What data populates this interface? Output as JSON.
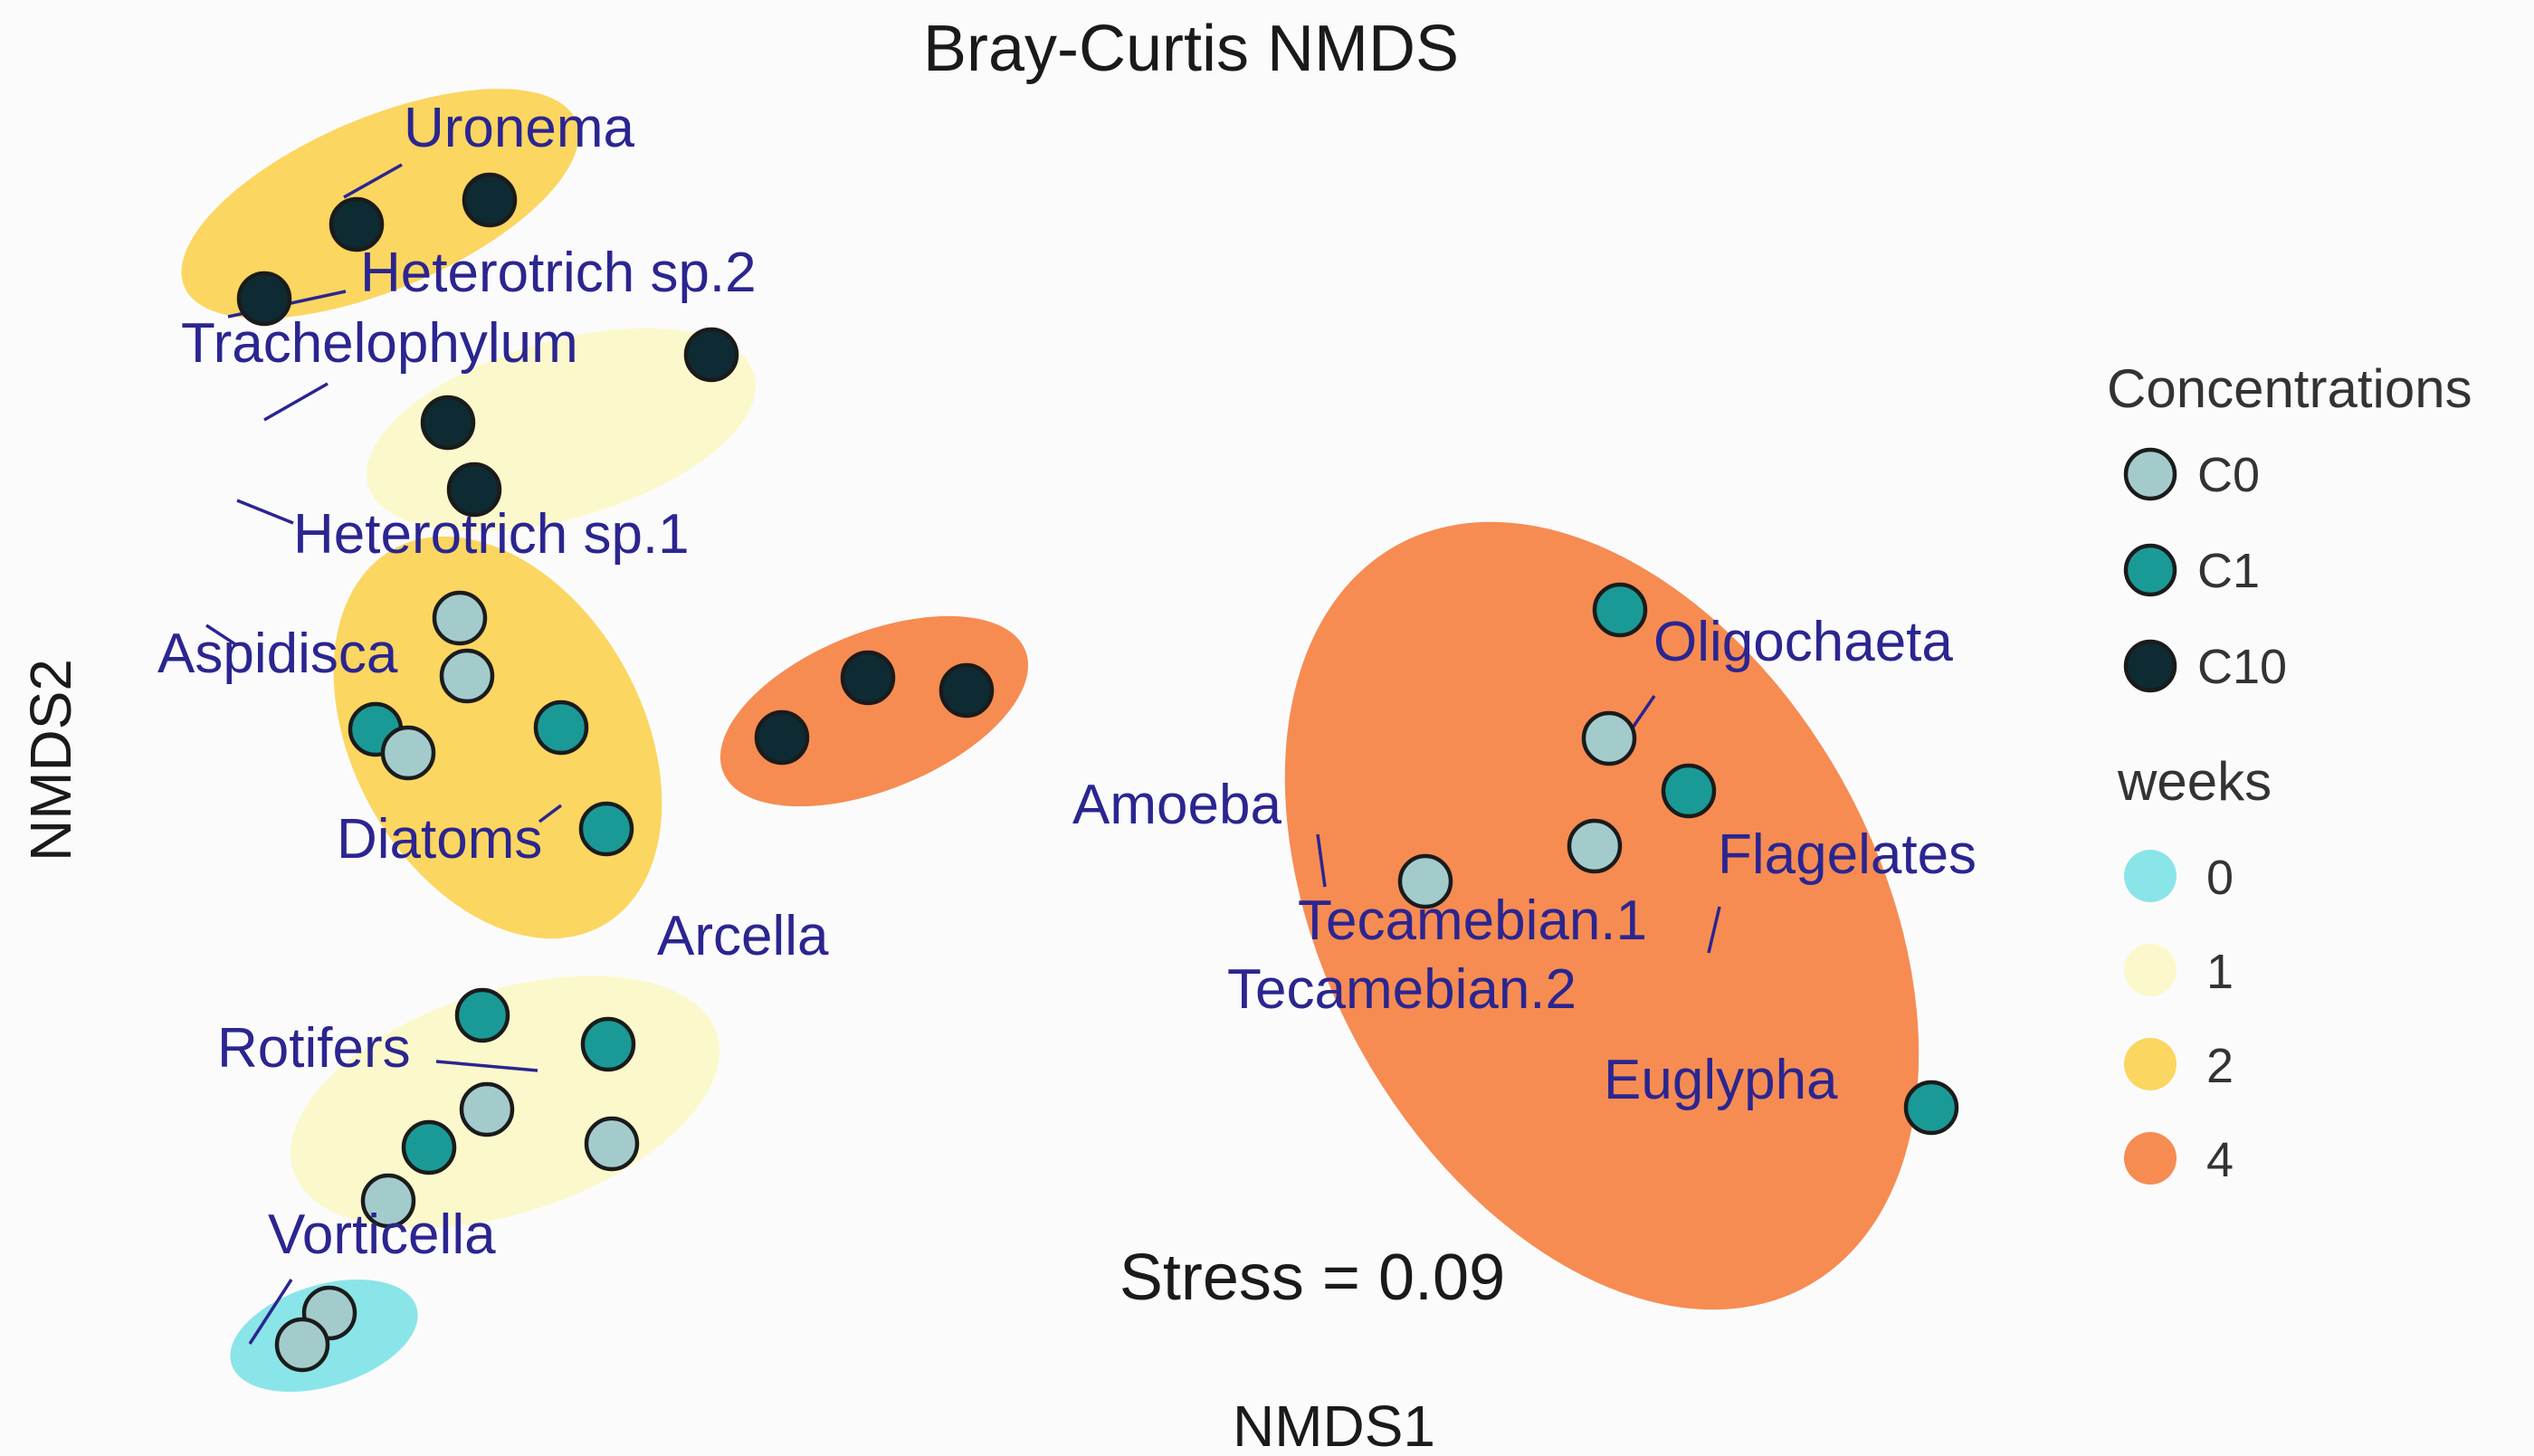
{
  "chart_data": {
    "type": "scatter",
    "title": "Bray-Curtis NMDS",
    "xlabel": "NMDS1",
    "ylabel": "NMDS2",
    "annotation": "Stress = 0.09",
    "colors": {
      "C0": "#a4cbcc",
      "C1": "#1a9a96",
      "C10": "#0e2b33",
      "week0": "#8ae5e8",
      "week1": "#fbf9cb",
      "week2": "#fbd660",
      "week4": "#f68c52",
      "species_text": "#2b2590"
    },
    "legend": {
      "position": "right",
      "concentrations_title": "Concentrations",
      "concentrations": [
        "C0",
        "C1",
        "C10"
      ],
      "weeks_title": "weeks",
      "weeks": [
        "0",
        "1",
        "2",
        "4"
      ]
    },
    "groups": [
      {
        "week": "0",
        "concentration": "C0"
      },
      {
        "week": "1",
        "concentration": "C0"
      },
      {
        "week": "1",
        "concentration": "C1"
      },
      {
        "week": "1",
        "concentration": "C10"
      },
      {
        "week": "2",
        "concentration": "C0"
      },
      {
        "week": "2",
        "concentration": "C1"
      },
      {
        "week": "2",
        "concentration": "C10"
      },
      {
        "week": "4",
        "concentration": "C0"
      },
      {
        "week": "4",
        "concentration": "C1"
      },
      {
        "week": "4",
        "concentration": "C10"
      }
    ],
    "species": [
      "Uronema",
      "Heterotrich sp.2",
      "Trachelophylum",
      "Heterotrich sp.1",
      "Aspidisca",
      "Diatoms",
      "Arcella",
      "Rotifers",
      "Vorticella",
      "Oligochaeta",
      "Amoeba",
      "Flagelates",
      "Tecamebian.1",
      "Tecamebian.2",
      "Euglypha"
    ]
  }
}
